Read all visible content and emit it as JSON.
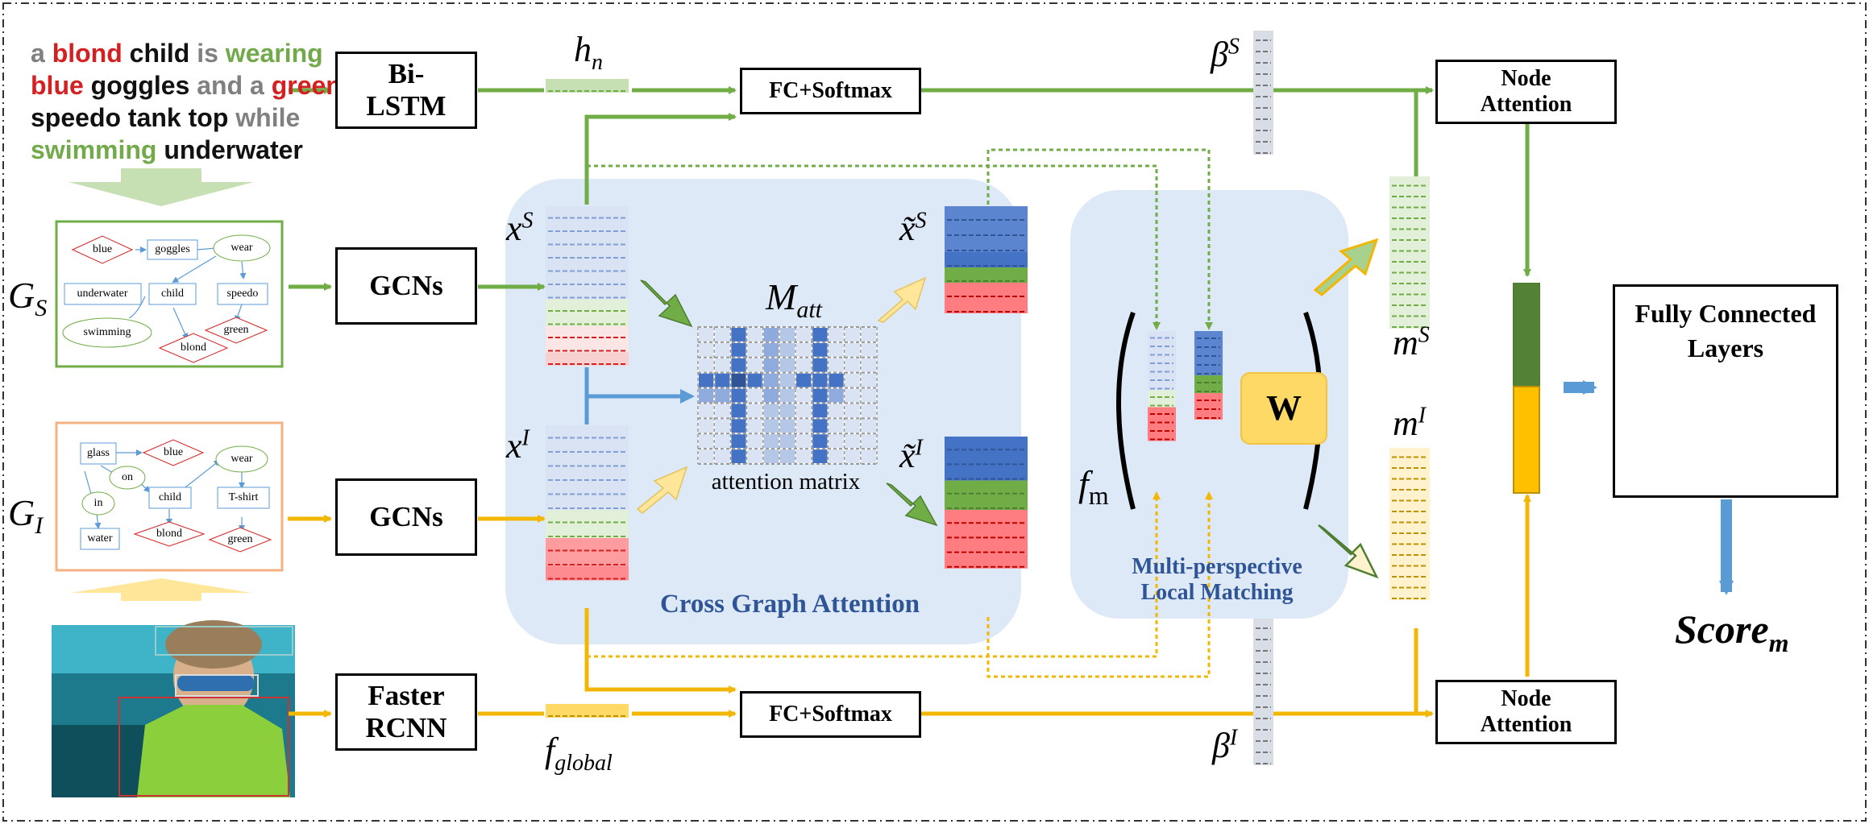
{
  "caption": {
    "lines": [
      [
        {
          "t": "a ",
          "c": "gray"
        },
        {
          "t": "blond ",
          "c": "red"
        },
        {
          "t": "child ",
          "c": "black"
        },
        {
          "t": "is ",
          "c": "gray"
        },
        {
          "t": "wearing",
          "c": "green"
        }
      ],
      [
        {
          "t": "blue ",
          "c": "red"
        },
        {
          "t": "goggles ",
          "c": "black"
        },
        {
          "t": "and a ",
          "c": "gray"
        },
        {
          "t": "green",
          "c": "red"
        }
      ],
      [
        {
          "t": "speedo tank top ",
          "c": "black"
        },
        {
          "t": "while",
          "c": "gray"
        }
      ],
      [
        {
          "t": "swimming ",
          "c": "green"
        },
        {
          "t": "underwater",
          "c": "black"
        }
      ]
    ]
  },
  "colors": {
    "red": "#d42020",
    "green": "#72a94a",
    "gray": "#808080",
    "black": "#111111",
    "green_line": "#70ad47",
    "yellow_line": "#f2b705",
    "blue_line": "#5b9bd5",
    "panel": "#dde9f6",
    "vec_blue": "#4472c4",
    "vec_green": "#70ad47",
    "vec_red": "#ff7c80"
  },
  "boxes": {
    "bilstm": "Bi-\nLSTM",
    "gcn_s": "GCNs",
    "gcn_i": "GCNs",
    "faster": "Faster\nRCNN",
    "fc_top": "FC+Softmax",
    "fc_bottom": "FC+Softmax",
    "node_top": "Node\nAttention",
    "node_bottom": "Node\nAttention",
    "fcl": "Fully Connected\nLayers"
  },
  "symbols": {
    "h_n": "h",
    "h_n_sub": "n",
    "x_s": "x",
    "x_s_sup": "S",
    "x_i": "x",
    "x_i_sup": "I",
    "xt_s": "x̃",
    "xt_s_sup": "S",
    "xt_i": "x̃",
    "xt_i_sup": "I",
    "m_att": "M",
    "m_att_sub": "att",
    "beta_s": "β",
    "beta_s_sup": "S",
    "beta_i": "β",
    "beta_i_sup": "I",
    "m_s": "m",
    "m_s_sup": "S",
    "m_i": "m",
    "m_i_sup": "I",
    "f_m": "f",
    "f_m_sub": "m",
    "f_global": "f",
    "f_global_sub": "global",
    "g_s": "G",
    "g_s_sub": "S",
    "g_i": "G",
    "g_i_sub": "I",
    "score": "Score",
    "score_sub": "m",
    "w": "W"
  },
  "labels": {
    "attention_matrix": "attention matrix",
    "cross_graph": "Cross Graph Attention",
    "mplm": "Multi-perspective\nLocal Matching"
  },
  "semantic_graph": {
    "nodes": [
      "blue",
      "goggles",
      "wear",
      "underwater",
      "child",
      "speedo",
      "swimming",
      "blond",
      "green"
    ]
  },
  "image_graph": {
    "nodes": [
      "glass",
      "blue",
      "wear",
      "on",
      "child",
      "T-shirt",
      "in",
      "blond",
      "water",
      "green"
    ]
  }
}
